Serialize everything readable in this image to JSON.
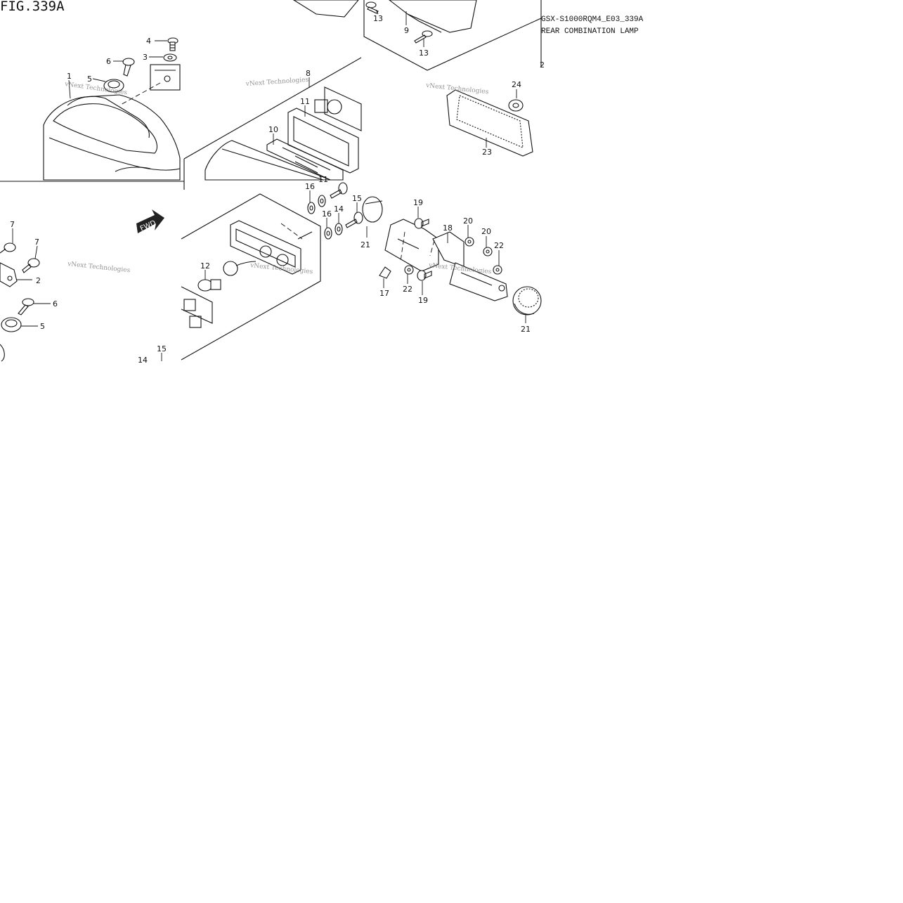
{
  "figure_id": "FIG.339A",
  "model_code": "GSX-S1000RQM4_E03_339A",
  "part_title": "REAR COMBINATION LAMP",
  "fwd_label": "FWD",
  "watermark": "vNext Technologies",
  "callouts": {
    "c1": "1",
    "c2": "2",
    "c3": "3",
    "c4": "4",
    "c5a": "5",
    "c5b": "5",
    "c6a": "6",
    "c6b": "6",
    "c7a": "7",
    "c7b": "7",
    "c8": "8",
    "c9": "9",
    "c10": "10",
    "c11": "11",
    "c12": "12",
    "c13a": "13",
    "c13b": "13",
    "c14a": "14",
    "c14b": "14",
    "c15a": "15",
    "c15b": "15",
    "c16a": "16",
    "c16b": "16",
    "c17": "17",
    "c18": "18",
    "c19a": "19",
    "c19b": "19",
    "c20a": "20",
    "c20b": "20",
    "c21a": "21",
    "c21b": "21",
    "c22a": "22",
    "c22b": "22",
    "c23": "23",
    "c24": "24",
    "c2b": "2",
    "c11b": "11"
  },
  "colors": {
    "line": "#111111",
    "background": "#ffffff",
    "watermark": "#777777"
  }
}
